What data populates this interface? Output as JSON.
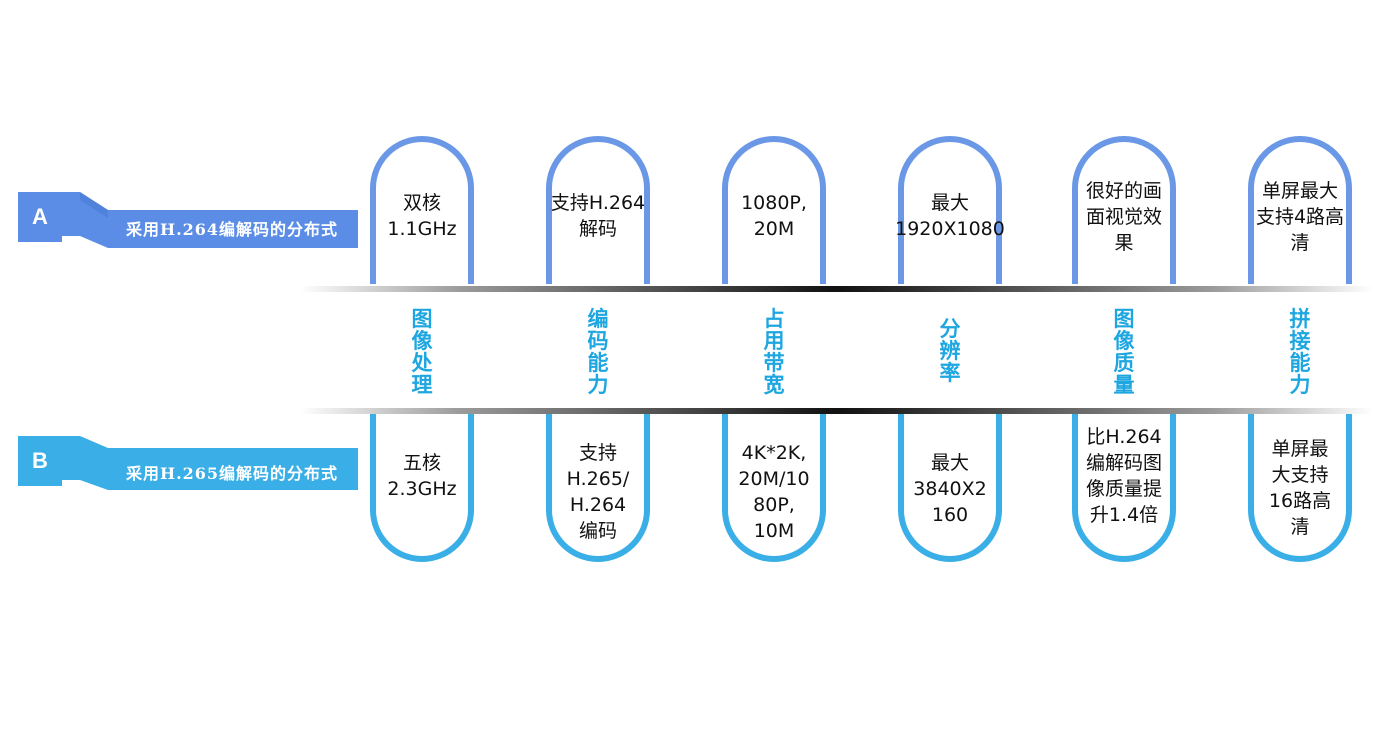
{
  "rows": {
    "a": {
      "tab": "A",
      "title": "采用H.264编解码的分布式",
      "color": "#5b8de6"
    },
    "b": {
      "tab": "B",
      "title": "采用H.265编解码的分布式",
      "color": "#3aaee6"
    }
  },
  "columns": [
    {
      "category": "图\n像\n处\n理",
      "top": "双核\n1.1GHz",
      "bottom": "五核\n2.3GHz"
    },
    {
      "category": "编\n码\n能\n力",
      "top": "支持H.264\n解码",
      "bottom": "支持\nH.265/\nH.264\n编码"
    },
    {
      "category": "占\n用\n带\n宽",
      "top": "1080P,\n20M",
      "bottom": "4K*2K,\n20M/10\n80P,\n10M"
    },
    {
      "category": "分\n辨\n率",
      "top": "最大\n1920X1080",
      "bottom": "最大\n3840X2\n160"
    },
    {
      "category": "图\n像\n质\n量",
      "top": "很好的画\n面视觉效\n果",
      "bottom": "比H.264\n编解码图\n像质量提\n升1.4倍"
    },
    {
      "category": "拼\n接\n能\n力",
      "top": "单屏最大\n支持4路高\n清",
      "bottom": "单屏最\n大支持\n16路高\n清"
    }
  ],
  "colors": {
    "top_arch": "#6a98e6",
    "bottom_arch": "#3aaee6",
    "category_text": "#1ea6e0"
  }
}
